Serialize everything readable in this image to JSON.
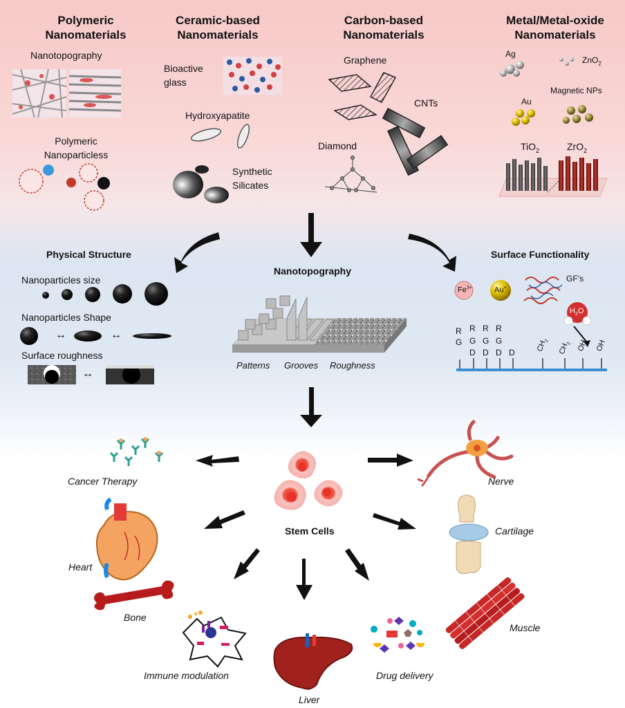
{
  "categories": {
    "polymeric": [
      "Polymeric",
      "Nanomaterials"
    ],
    "ceramic": [
      "Ceramic-based",
      "Nanomaterials"
    ],
    "carbon": [
      "Carbon-based",
      "Nanomaterials"
    ],
    "metal": [
      "Metal/Metal-oxide",
      "Nanomaterials"
    ]
  },
  "polymeric": {
    "nanotopography": "Nanotopography",
    "nanoparticles": [
      "Polymeric",
      "Nanoparticless"
    ]
  },
  "ceramic": {
    "bioactive_glass": [
      "Bioactive",
      "glass"
    ],
    "hydroxyapatite": "Hydroxyapatite",
    "synthetic_silicates": [
      "Synthetic",
      "Silicates"
    ]
  },
  "carbon": {
    "graphene": "Graphene",
    "cnts": "CNTs",
    "diamond": "Diamond"
  },
  "metal": {
    "ag": "Ag",
    "zno2": "ZnO",
    "zno2_sub": "2",
    "au": "Au",
    "magnetic": "Magnetic NPs",
    "tio2": "TiO",
    "tio2_sub": "2",
    "zro2": "ZrO",
    "zro2_sub": "2"
  },
  "physical": {
    "title": "Physical Structure",
    "size": "Nanoparticles size",
    "shape": "Nanoparticles Shape",
    "roughness": "Surface roughness",
    "arrow": "↔"
  },
  "nanotopo": {
    "title": "Nanotopography",
    "patterns": "Patterns",
    "grooves": "Grooves",
    "roughness": "Roughness"
  },
  "surface": {
    "title": "Surface Functionality",
    "fe": "Fe",
    "fe_sup": "3+",
    "au": "Au",
    "au_sup": "+",
    "gf": "GF’s",
    "h2o_h": "H",
    "h2o_sub": "2",
    "h2o_o": "O",
    "r": "R",
    "g": "G",
    "d": "D",
    "ch2": "CH",
    "ch2_sub": "2",
    "oh": "OH"
  },
  "center": "Stem Cells",
  "applications": {
    "cancer": "Cancer Therapy",
    "nerve": "Nerve",
    "heart": "Heart",
    "cartilage": "Cartilage",
    "bone": "Bone",
    "immune": "Immune modulation",
    "liver": "Liver",
    "drug": "Drug delivery",
    "muscle": "Muscle"
  },
  "colors": {
    "top_band": "#f7c9c8",
    "middle_band": "#dce6f2",
    "arrow": "#111111",
    "cell": "#f06a5a",
    "metal_pillar_dark": "#4a4a4a",
    "metal_pillar_red": "#8b1a1a",
    "substrate_line": "#3b8fd1"
  }
}
